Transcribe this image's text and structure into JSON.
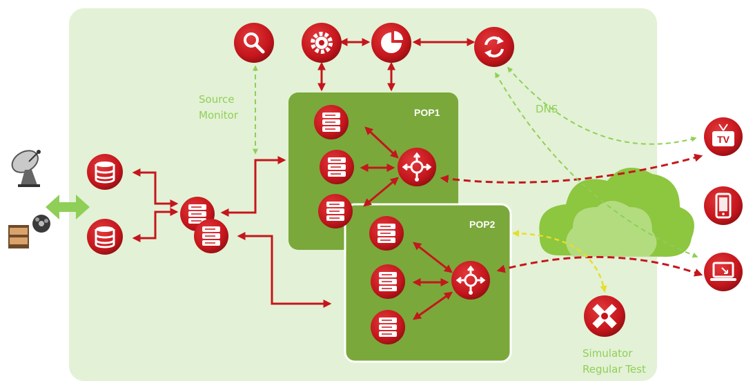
{
  "diagram": {
    "labels": {
      "pop1": "POP1",
      "pop2": "POP2",
      "source_monitor_line1": "Source",
      "source_monitor_line2": "Monitor",
      "dns": "DNS",
      "simulator_line1": "Simulator",
      "simulator_line2": "Regular Test",
      "tv_badge": "TV"
    },
    "colors": {
      "background_panel": "#e3f1d6",
      "pop_box": "#7aa83a",
      "pop2_border": "#ffffff",
      "icon_red": "#c4161c",
      "icon_red_dark": "#8e0f13",
      "arrow_red": "#c4161c",
      "label_green": "#8fcf57",
      "dash_green": "#8fcf57",
      "dash_yellow": "#e6de2a",
      "cloud_green": "#8dc63f"
    },
    "icons": [
      "satellite-dish-icon",
      "film-reel-icon",
      "database-icon",
      "server-icon",
      "search-icon",
      "gear-icon",
      "pie-chart-icon",
      "sync-icon",
      "load-balancer-icon",
      "cloud-icon",
      "tv-icon",
      "smartphone-icon",
      "laptop-icon",
      "simulator-icon"
    ]
  }
}
